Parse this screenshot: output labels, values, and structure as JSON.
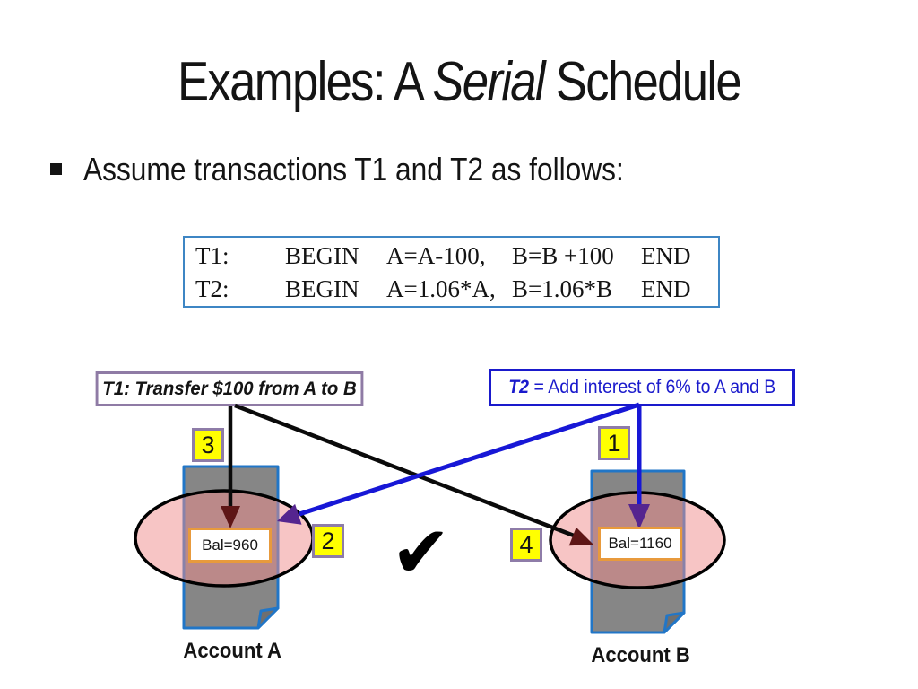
{
  "slide": {
    "title": {
      "pre": "Examples: A ",
      "italic": "Serial",
      "post": " Schedule"
    },
    "bullet_text": "Assume transactions T1 and T2 as follows:",
    "transactions": {
      "rows": [
        {
          "label": "T1:",
          "kw_begin": "BEGIN",
          "expr_a": "A=A-100,",
          "expr_b": "B=B +100",
          "kw_end": "END"
        },
        {
          "label": "T2:",
          "kw_begin": "BEGIN",
          "expr_a": "A=1.06*A,",
          "expr_b": "B=1.06*B",
          "kw_end": "END"
        }
      ]
    },
    "t1_callout": "T1: Transfer $100 from A to B",
    "t2_callout": {
      "lead": "T2",
      "rest": " = Add interest of 6% to A and B"
    },
    "steps": {
      "s1": "1",
      "s2": "2",
      "s3": "3",
      "s4": "4"
    },
    "accounts": {
      "a": {
        "balance": "Bal=960",
        "label": "Account A"
      },
      "b": {
        "balance": "Bal=1160",
        "label": "Account B"
      }
    },
    "checkmark": "✔",
    "colors": {
      "txn_box_border": "#3E86C4",
      "t1_callout_border": "#8F7BA5",
      "t2_blue": "#1A1ACC",
      "badge_yellow": "#FFFF00",
      "badge_border": "#8E7CA8",
      "doc_gray": "#868686",
      "doc_fold_gray": "#6F6F6F",
      "doc_border": "#2176C7",
      "ellipse_pink": "rgba(240,140,140,0.5)",
      "ellipse_stroke": "#000000",
      "bal_border": "#E89A3C",
      "arrow_black": "#0A0A0A",
      "arrowhead_maroon": "#5E1616",
      "arrow_blue": "#1717D6",
      "arrowhead_purple": "#55258F"
    }
  }
}
